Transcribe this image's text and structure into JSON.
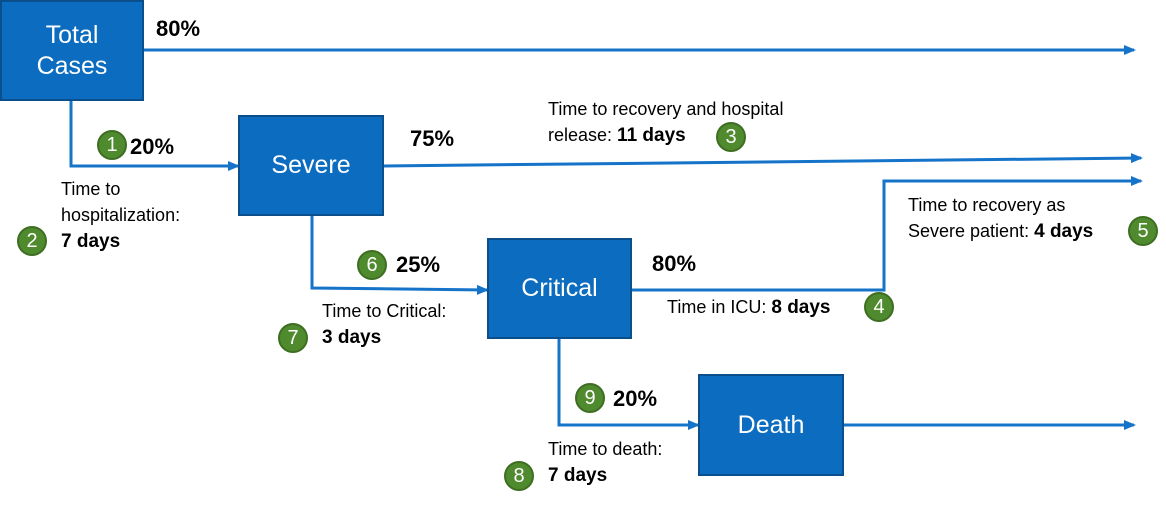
{
  "nodes": {
    "total_cases": "Total\nCases",
    "severe": "Severe",
    "critical": "Critical",
    "death": "Death"
  },
  "percentages": {
    "total_recover": "80%",
    "total_to_severe": "20%",
    "severe_recover": "75%",
    "severe_to_critical": "25%",
    "critical_to_severe": "80%",
    "critical_to_death": "20%"
  },
  "notes": {
    "hospitalization_label": "Time to\nhospitalization:",
    "hospitalization_value": "7 days",
    "hospital_release_line1": "Time to recovery and hospital",
    "hospital_release_prefix": "release: ",
    "hospital_release_value": "11 days",
    "icu_prefix": "Time in ICU: ",
    "icu_value": "8 days",
    "severe_recovery_line1": "Time to recovery as",
    "severe_recovery_prefix": "Severe patient: ",
    "severe_recovery_value": "4 days",
    "critical_label": "Time to Critical:",
    "critical_value": "3 days",
    "death_label": "Time to death:",
    "death_value": "7 days"
  },
  "badges": {
    "b1": "1",
    "b2": "2",
    "b3": "3",
    "b4": "4",
    "b5": "5",
    "b6": "6",
    "b7": "7",
    "b8": "8",
    "b9": "9"
  },
  "colors": {
    "box_fill": "#0b6cc0",
    "arrow": "#1573c9",
    "badge": "#4f8a2e"
  }
}
